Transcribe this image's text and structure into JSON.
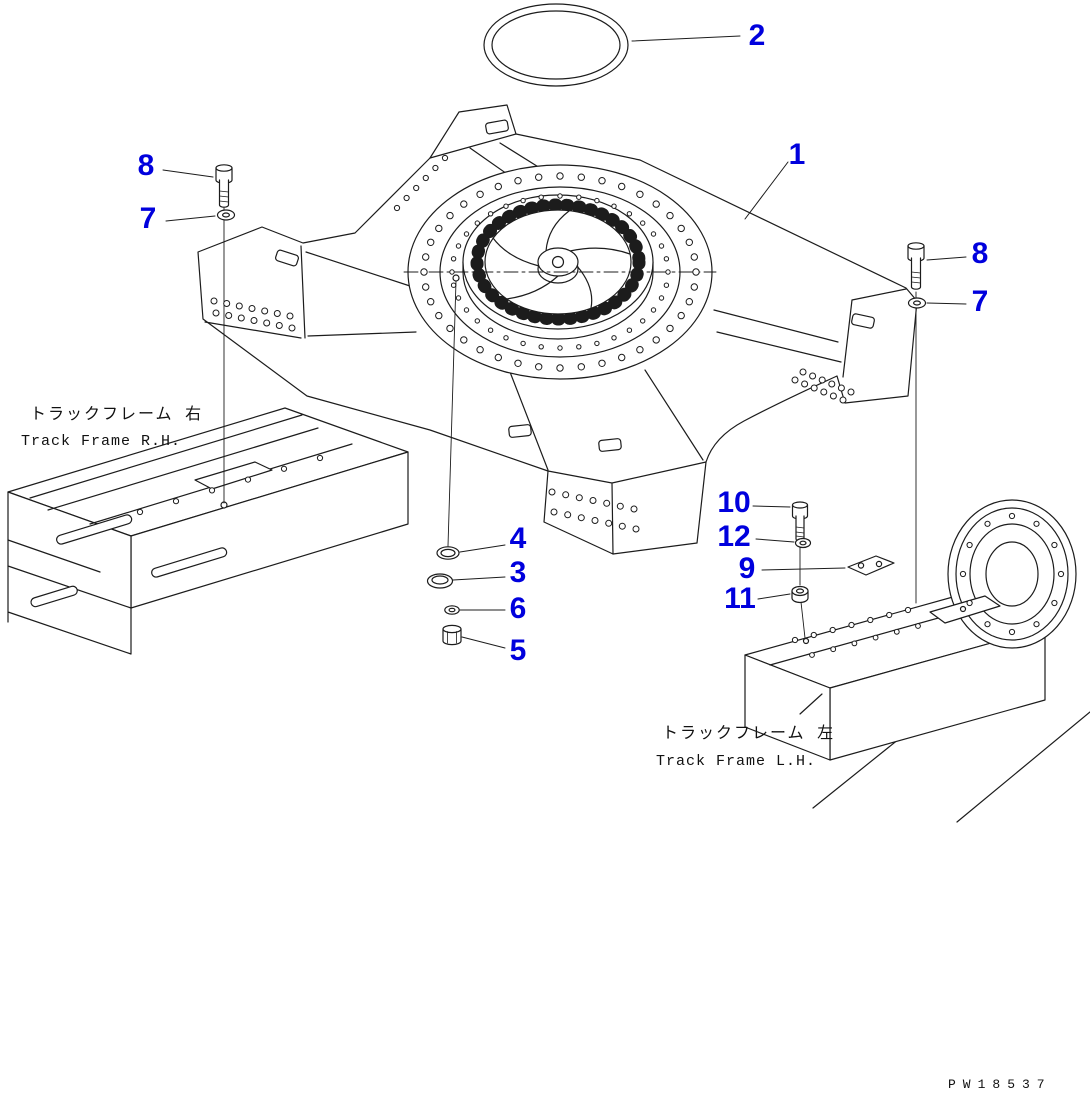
{
  "diagram": {
    "figure_code": "PW18537",
    "callouts": {
      "main_frame": "1",
      "seal_ring": "2",
      "plug": "3",
      "snap_ring": "4",
      "nut": "5",
      "washer_6": "6",
      "washer_7_left": "7",
      "bolt_8_left": "8",
      "washer_7_right": "7",
      "bolt_8_right": "8",
      "plate_9": "9",
      "bolt_10": "10",
      "grommet_11": "11",
      "washer_12": "12"
    },
    "labels": {
      "track_frame_rh_jp": "トラックフレーム 右",
      "track_frame_rh_en": "Track Frame R.H.",
      "track_frame_lh_jp": "トラックフレーム 左",
      "track_frame_lh_en": "Track Frame L.H."
    },
    "colors": {
      "callout_blue": "#0000dd",
      "line_black": "#1c1c1c",
      "background": "#ffffff"
    }
  }
}
